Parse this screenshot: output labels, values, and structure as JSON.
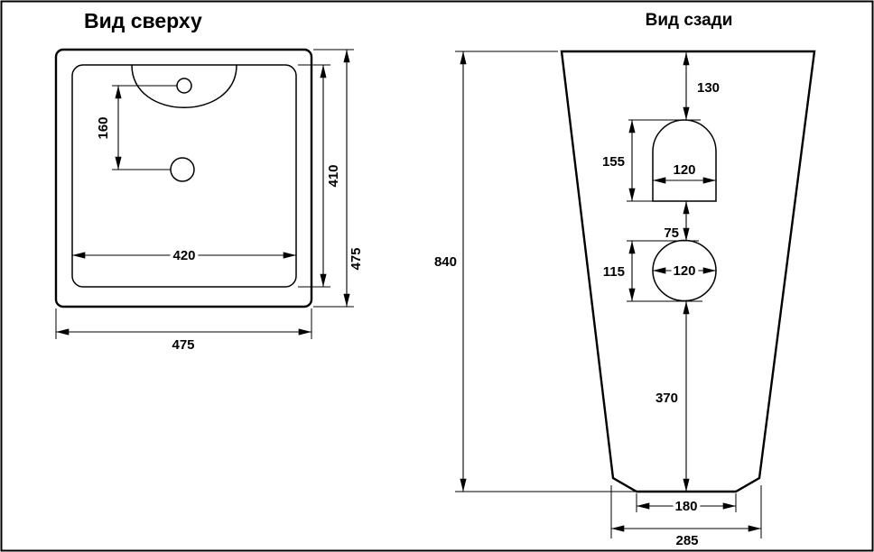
{
  "drawing": {
    "background": "#ffffff",
    "line_color": "#000000",
    "top_view": {
      "title": "Вид сверху",
      "dim_hole_spacing": "160",
      "dim_inner_width": "420",
      "dim_inner_depth": "410",
      "dim_outer_depth": "475",
      "dim_outer_width": "475"
    },
    "rear_view": {
      "title": "Вид сзади",
      "dim_total_height": "840",
      "dim_top_offset": "130",
      "dim_arch_height": "155",
      "dim_arch_width": "120",
      "dim_gap": "75",
      "dim_hole_height": "115",
      "dim_hole_width": "120",
      "dim_lower_height": "370",
      "dim_base_width": "180",
      "dim_foot_width": "285"
    }
  }
}
